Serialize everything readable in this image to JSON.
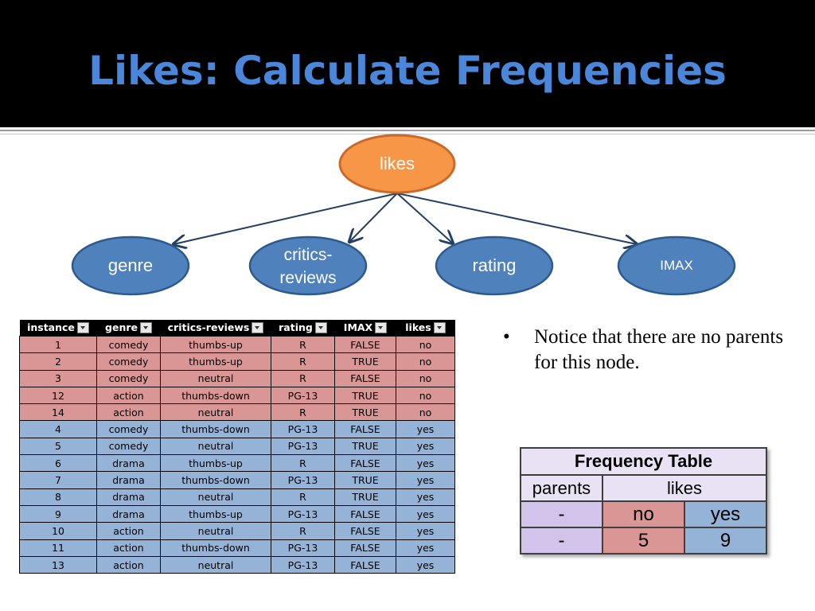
{
  "slide": {
    "title": "Likes: Calculate Frequencies"
  },
  "diagram": {
    "root": "likes",
    "children": [
      "genre",
      "critics-reviews",
      "rating",
      "IMAX"
    ],
    "child_lines": {
      "critics_line1": "critics-",
      "critics_line2": "reviews"
    },
    "colors": {
      "root_fill": "#f79646",
      "root_stroke": "#c9692a",
      "child_fill": "#4f81bd",
      "child_stroke": "#2d5a8c",
      "edge": "#243f60"
    }
  },
  "data_table": {
    "columns": [
      "instance",
      "genre",
      "critics-reviews",
      "rating",
      "IMAX",
      "likes"
    ],
    "rows": [
      {
        "cells": [
          "1",
          "comedy",
          "thumbs-up",
          "R",
          "FALSE",
          "no"
        ],
        "likes": "no"
      },
      {
        "cells": [
          "2",
          "comedy",
          "thumbs-up",
          "R",
          "TRUE",
          "no"
        ],
        "likes": "no"
      },
      {
        "cells": [
          "3",
          "comedy",
          "neutral",
          "R",
          "FALSE",
          "no"
        ],
        "likes": "no"
      },
      {
        "cells": [
          "12",
          "action",
          "thumbs-down",
          "PG-13",
          "TRUE",
          "no"
        ],
        "likes": "no"
      },
      {
        "cells": [
          "14",
          "action",
          "neutral",
          "R",
          "TRUE",
          "no"
        ],
        "likes": "no"
      },
      {
        "cells": [
          "4",
          "comedy",
          "thumbs-down",
          "PG-13",
          "FALSE",
          "yes"
        ],
        "likes": "yes"
      },
      {
        "cells": [
          "5",
          "comedy",
          "neutral",
          "PG-13",
          "TRUE",
          "yes"
        ],
        "likes": "yes"
      },
      {
        "cells": [
          "6",
          "drama",
          "thumbs-up",
          "R",
          "FALSE",
          "yes"
        ],
        "likes": "yes"
      },
      {
        "cells": [
          "7",
          "drama",
          "thumbs-down",
          "PG-13",
          "TRUE",
          "yes"
        ],
        "likes": "yes"
      },
      {
        "cells": [
          "8",
          "drama",
          "neutral",
          "R",
          "TRUE",
          "yes"
        ],
        "likes": "yes"
      },
      {
        "cells": [
          "9",
          "drama",
          "thumbs-up",
          "PG-13",
          "FALSE",
          "yes"
        ],
        "likes": "yes"
      },
      {
        "cells": [
          "10",
          "action",
          "neutral",
          "R",
          "FALSE",
          "yes"
        ],
        "likes": "yes"
      },
      {
        "cells": [
          "11",
          "action",
          "thumbs-down",
          "PG-13",
          "FALSE",
          "yes"
        ],
        "likes": "yes"
      },
      {
        "cells": [
          "13",
          "action",
          "neutral",
          "PG-13",
          "FALSE",
          "yes"
        ],
        "likes": "yes"
      }
    ],
    "colors": {
      "no_row": "#da9694",
      "yes_row": "#95b3d7",
      "header": "#000000"
    }
  },
  "bullet": {
    "text": "Notice that there are no parents for this node."
  },
  "frequency_table": {
    "title": "Frequency Table",
    "parents_label": "parents",
    "likes_label": "likes",
    "parent_value": "-",
    "no_label": "no",
    "yes_label": "yes",
    "count_parent": "-",
    "count_no": "5",
    "count_yes": "9"
  }
}
